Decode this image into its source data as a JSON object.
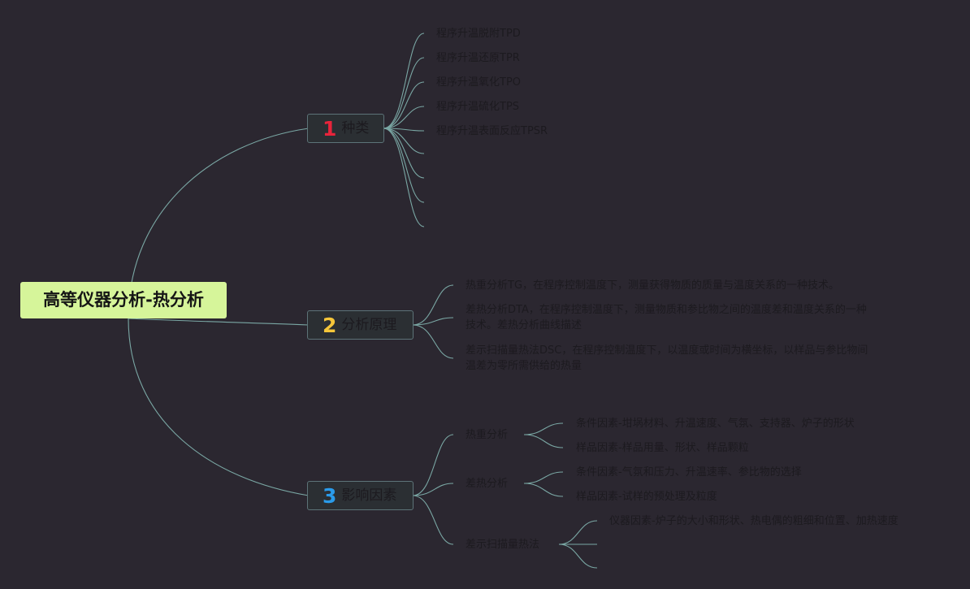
{
  "root": {
    "label": "高等仪器分析-热分析"
  },
  "branches": [
    {
      "number": "1",
      "number_color": "#e8243b",
      "label": "种类",
      "items": [
        "程序升温脱附TPD",
        "程序升温还原TPR",
        "程序升温氧化TPO",
        "程序升温硫化TPS",
        "程序升温表面反应TPSR"
      ]
    },
    {
      "number": "2",
      "number_color": "#f5c63a",
      "label": "分析原理",
      "items": [
        "热重分析TG，在程序控制温度下，测量获得物质的质量与温度关系的一种技术。",
        "差热分析DTA，在程序控制温度下，测量物质和参比物之间的温度差和温度关系的一种技术。差热分析曲线描述",
        "差示扫描量热法DSC，在程序控制温度下，以温度或时间为横坐标，以样品与参比物间温差为零所需供给的热量"
      ]
    },
    {
      "number": "3",
      "number_color": "#2a9bea",
      "label": "影响因素",
      "groups": [
        {
          "label": "热重分析",
          "items": [
            "条件因素-坩埚材料、升温速度、气氛、支持器、炉子的形状",
            "样品因素-样品用量、形状、样品颗粒"
          ]
        },
        {
          "label": "差热分析",
          "items": [
            "条件因素-气氛和压力、升温速率、参比物的选择",
            "样品因素-试样的预处理及粒度"
          ]
        },
        {
          "label": "差示扫描量热法",
          "items": [
            "仪器因素-炉子的大小和形状、热电偶的粗细和位置、加热速度"
          ]
        }
      ]
    }
  ]
}
